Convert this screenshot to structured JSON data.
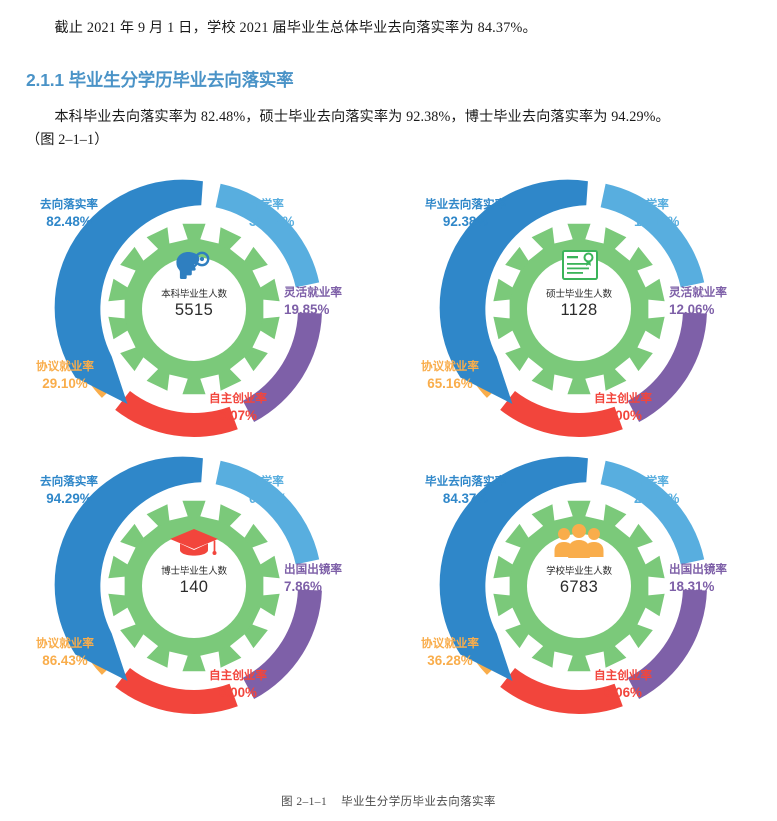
{
  "document": {
    "intro_paragraph": "截止 2021 年 9 月 1 日，学校 2021 届毕业生总体毕业去向落实率为 84.37%。",
    "heading": "2.1.1 毕业生分学历毕业去向落实率",
    "body_paragraph_line1": "本科毕业去向落实率为 82.48%，硕士毕业去向落实率为 92.38%，博士毕业去向落实率为 94.29%。",
    "body_paragraph_line2": "（图 2–1–1）",
    "figure_caption_number": "图 2–1–1",
    "figure_caption_title": "毕业生分学历毕业去向落实率"
  },
  "colors": {
    "heading_blue": "#4a93c7",
    "dark_blue": "#2f87c9",
    "sky_blue": "#58aedf",
    "purple": "#7e60a8",
    "red": "#f2453c",
    "orange": "#f9ad4b",
    "gear_green": "#7bc97a",
    "cert_green": "#3bb45a",
    "head_blue": "#2f7fc0",
    "cap_red": "#f2453c",
    "people_orange": "#f9ad4b"
  },
  "chart_data": [
    {
      "type": "pie",
      "id": "bachelor",
      "title": "本科毕业生人数",
      "center_label": "本科毕业生人数",
      "center_value": "5515",
      "center_icon": "head-brain-icon",
      "legend_position": "around-ring",
      "categories": [
        "去向落实率",
        "升学率",
        "灵活就业率",
        "自主创业率",
        "协议就业率"
      ],
      "values": [
        82.48,
        33.45,
        19.85,
        0.07,
        29.1
      ],
      "labels": [
        {
          "position": "top-left",
          "name": "去向落实率",
          "value": "82.48%",
          "color": "#2f87c9"
        },
        {
          "position": "top-right",
          "name": "升学率",
          "value": "33.45%",
          "color": "#58aedf"
        },
        {
          "position": "right",
          "name": "灵活就业率",
          "value": "19.85%",
          "color": "#7e60a8"
        },
        {
          "position": "bottom-right",
          "name": "自主创业率",
          "value": "0.07%",
          "color": "#f2453c"
        },
        {
          "position": "bottom-left",
          "name": "协议就业率",
          "value": "29.10%",
          "color": "#f9ad4b"
        }
      ]
    },
    {
      "type": "pie",
      "id": "master",
      "title": "硕士毕业生人数",
      "center_label": "硕士毕业生人数",
      "center_value": "1128",
      "center_icon": "certificate-icon",
      "legend_position": "around-ring",
      "categories": [
        "毕业去向落实率",
        "升学率",
        "灵活就业率",
        "自主创业率",
        "协议就业率"
      ],
      "values": [
        92.38,
        15.16,
        12.06,
        0.0,
        65.16
      ],
      "labels": [
        {
          "position": "top-left",
          "name": "毕业去向落实率",
          "value": "92.38%",
          "color": "#2f87c9"
        },
        {
          "position": "top-right",
          "name": "升学率",
          "value": "15.16%",
          "color": "#58aedf"
        },
        {
          "position": "right",
          "name": "灵活就业率",
          "value": "12.06%",
          "color": "#7e60a8"
        },
        {
          "position": "bottom-right",
          "name": "自主创业率",
          "value": "0.00%",
          "color": "#f2453c"
        },
        {
          "position": "bottom-left",
          "name": "协议就业率",
          "value": "65.16%",
          "color": "#f9ad4b"
        }
      ]
    },
    {
      "type": "pie",
      "id": "doctor",
      "title": "博士毕业生人数",
      "center_label": "博士毕业生人数",
      "center_value": "140",
      "center_icon": "graduation-cap-icon",
      "legend_position": "around-ring",
      "categories": [
        "去向落实率",
        "升学率",
        "出国出镜率",
        "自主创业率",
        "协议就业率"
      ],
      "values": [
        94.29,
        0.0,
        7.86,
        0.0,
        86.43
      ],
      "labels": [
        {
          "position": "top-left",
          "name": "去向落实率",
          "value": "94.29%",
          "color": "#2f87c9"
        },
        {
          "position": "top-right",
          "name": "升学率",
          "value": "0.00%",
          "color": "#58aedf"
        },
        {
          "position": "right",
          "name": "出国出镜率",
          "value": "7.86%",
          "color": "#7e60a8"
        },
        {
          "position": "bottom-right",
          "name": "自主创业率",
          "value": "0.00%",
          "color": "#f2453c"
        },
        {
          "position": "bottom-left",
          "name": "协议就业率",
          "value": "86.43%",
          "color": "#f9ad4b"
        }
      ]
    },
    {
      "type": "pie",
      "id": "school",
      "title": "学校毕业生人数",
      "center_label": "学校毕业生人数",
      "center_value": "6783",
      "center_icon": "people-group-icon",
      "legend_position": "around-ring",
      "categories": [
        "毕业去向落实率",
        "升学率",
        "出国出镜率",
        "自主创业率",
        "协议就业率"
      ],
      "values": [
        84.37,
        29.72,
        18.31,
        0.06,
        36.28
      ],
      "labels": [
        {
          "position": "top-left",
          "name": "毕业去向落实率",
          "value": "84.37%",
          "color": "#2f87c9"
        },
        {
          "position": "top-right",
          "name": "升学率",
          "value": "29.72%",
          "color": "#58aedf"
        },
        {
          "position": "right",
          "name": "出国出镜率",
          "value": "18.31%",
          "color": "#7e60a8"
        },
        {
          "position": "bottom-right",
          "name": "自主创业率",
          "value": "0.06%",
          "color": "#f2453c"
        },
        {
          "position": "bottom-left",
          "name": "协议就业率",
          "value": "36.28%",
          "color": "#f9ad4b"
        }
      ]
    }
  ]
}
